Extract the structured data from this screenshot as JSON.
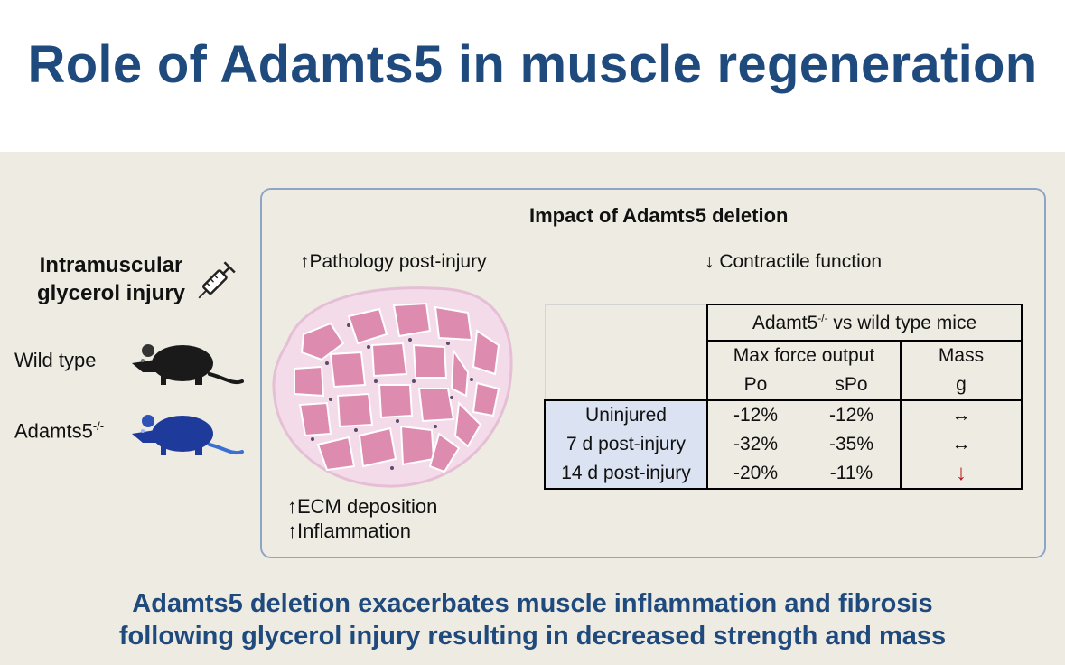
{
  "title": "Role of Adamts5 in muscle regeneration",
  "left": {
    "injury_line1": "Intramuscular",
    "injury_line2": "glycerol injury",
    "wild_type": "Wild type",
    "knockout": "Adamts5",
    "knockout_sup": "-/-"
  },
  "box": {
    "heading": "Impact of Adamts5 deletion",
    "pathology": "↑Pathology post-injury",
    "contractile": "↓ Contractile function",
    "ecm": "↑ECM deposition",
    "inflammation": "↑Inflammation"
  },
  "table": {
    "group_header": "Adamt5",
    "group_header_sup": "-/-",
    "group_header_rest": " vs wild type mice",
    "force_header": "Max force output",
    "mass_header": "Mass",
    "col_po": "Po",
    "col_spo": "sPo",
    "col_g": "g",
    "rows": [
      {
        "label": "Uninjured",
        "po": "-12%",
        "spo": "-12%",
        "mass": "↔"
      },
      {
        "label": "7 d post-injury",
        "po": "-32%",
        "spo": "-35%",
        "mass": "↔"
      },
      {
        "label": "14 d post-injury",
        "po": "-20%",
        "spo": "-11%",
        "mass": "↓"
      }
    ]
  },
  "conclusion_line1": "Adamts5 deletion exacerbates muscle inflammation and fibrosis",
  "conclusion_line2": "following glycerol injury resulting in decreased strength and mass",
  "colors": {
    "title_blue": "#1f4a7e",
    "panel_bg": "#eeebe2",
    "box_border": "#8fa5c7",
    "table_shade": "#dbe2f2",
    "decrease_red": "#c0111f",
    "wild_type_mouse": "#1a1a1a",
    "knockout_mouse": "#1e3a9a",
    "tissue_pink": "#dd8cb0"
  }
}
